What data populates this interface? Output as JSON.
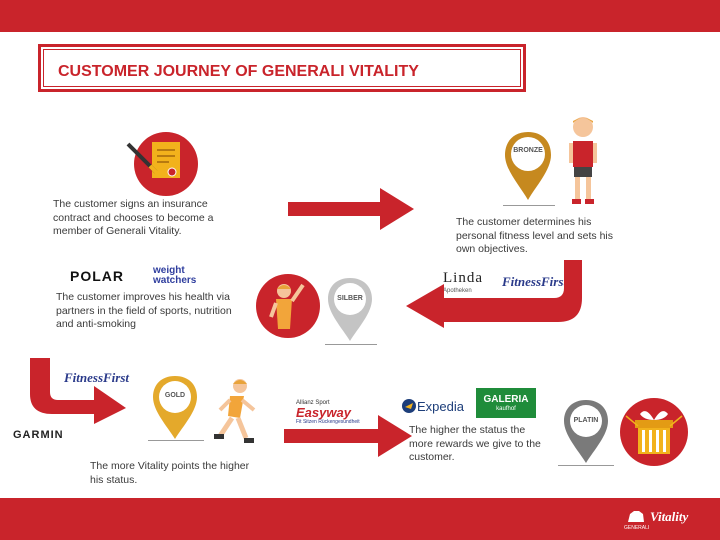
{
  "title": "CUSTOMER JOURNEY OF GENERALI VITALITY",
  "steps": {
    "signup": "The customer signs an insurance contract and chooses to become a member of Generali Vitality.",
    "determine": "The customer determines his personal fitness level and sets his own objectives.",
    "improve": "The customer improves his health via partners in the field of sports, nutrition and anti-smoking",
    "points": "The more Vitality points the higher his status.",
    "rewards": "The higher the status the more rewards we give to the customer."
  },
  "badges": {
    "bronze": "BRONZE",
    "silber": "SILBER",
    "gold": "GOLD",
    "platin": "PLATIN"
  },
  "partners": {
    "polar": "POLAR",
    "weight_watchers_1": "weight",
    "weight_watchers_2": "watchers",
    "linda_1": "Linda",
    "linda_2": "Apotheken",
    "fitness_first": "FitnessFirst",
    "garmin": "GARMIN",
    "easyway_top": "Allianz Sport",
    "easyway": "Easyway",
    "easyway_sub": "Fit Sitzen Rückengesundheit",
    "expedia": "Expedia",
    "galeria_1": "GALERIA",
    "galeria_2": "kaufhof"
  },
  "footer": {
    "brand": "Vitality",
    "company": "GENERALI"
  },
  "colors": {
    "brand_red": "#c9242b",
    "bronze": "#c6891f",
    "silver": "#bfbfbf",
    "gold": "#e4a92b",
    "platin": "#7a7a7a"
  }
}
